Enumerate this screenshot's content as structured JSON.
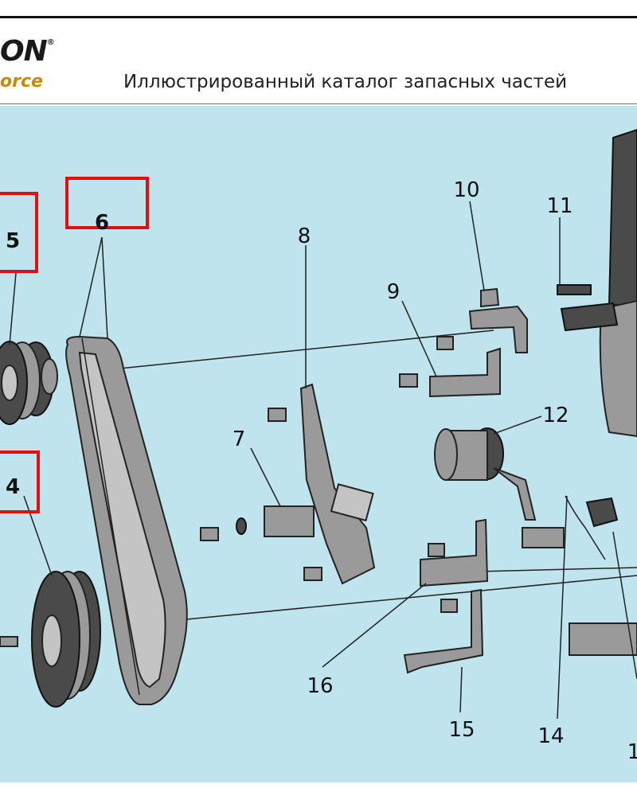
{
  "header": {
    "logo_top": "ON",
    "logo_registered": "®",
    "logo_bottom": "orce",
    "title": "Иллюстрированный каталог запасных частей"
  },
  "diagram": {
    "callouts": {
      "c4": "4",
      "c5": "5",
      "c6": "6",
      "c7": "7",
      "c8": "8",
      "c9": "9",
      "c10": "10",
      "c11": "11",
      "c12": "12",
      "c14": "14",
      "c15": "15",
      "c16": "16",
      "c_partial": "1"
    },
    "highlight_color": "#e01010",
    "background_color": "#bfe4ee"
  }
}
